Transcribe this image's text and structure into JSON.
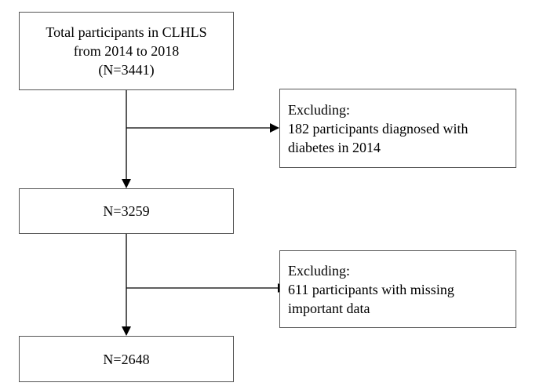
{
  "flowchart": {
    "start_box": {
      "lines": [
        "Total participants in CLHLS",
        "from 2014 to 2018",
        "(N=3441)"
      ]
    },
    "exclusion_1": {
      "lines": [
        "Excluding:",
        "182 participants diagnosed with",
        "diabetes in 2014"
      ]
    },
    "middle_box": {
      "lines": [
        "N=3259"
      ]
    },
    "exclusion_2": {
      "lines": [
        "Excluding:",
        "611 participants with missing",
        "important data"
      ]
    },
    "final_box": {
      "lines": [
        "N=2648"
      ]
    }
  }
}
